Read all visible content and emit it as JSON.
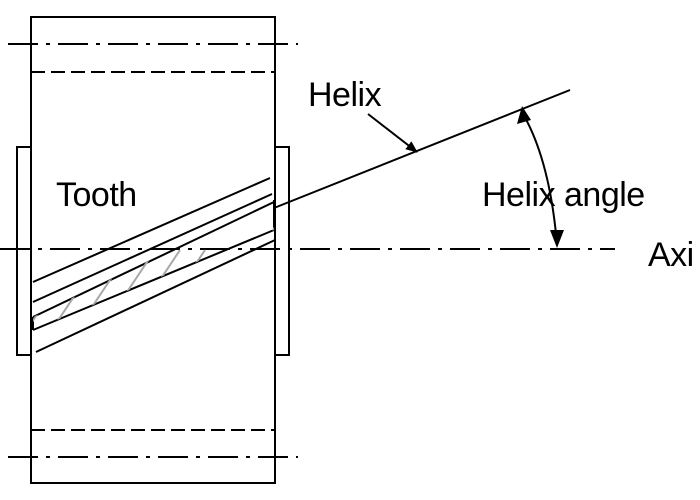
{
  "labels": {
    "tooth": "Tooth",
    "helix": "Helix",
    "helix_angle": "Helix angle",
    "axis": "Axi"
  },
  "colors": {
    "stroke": "#000000",
    "hatch": "#a8a8a8",
    "background": "#ffffff"
  }
}
